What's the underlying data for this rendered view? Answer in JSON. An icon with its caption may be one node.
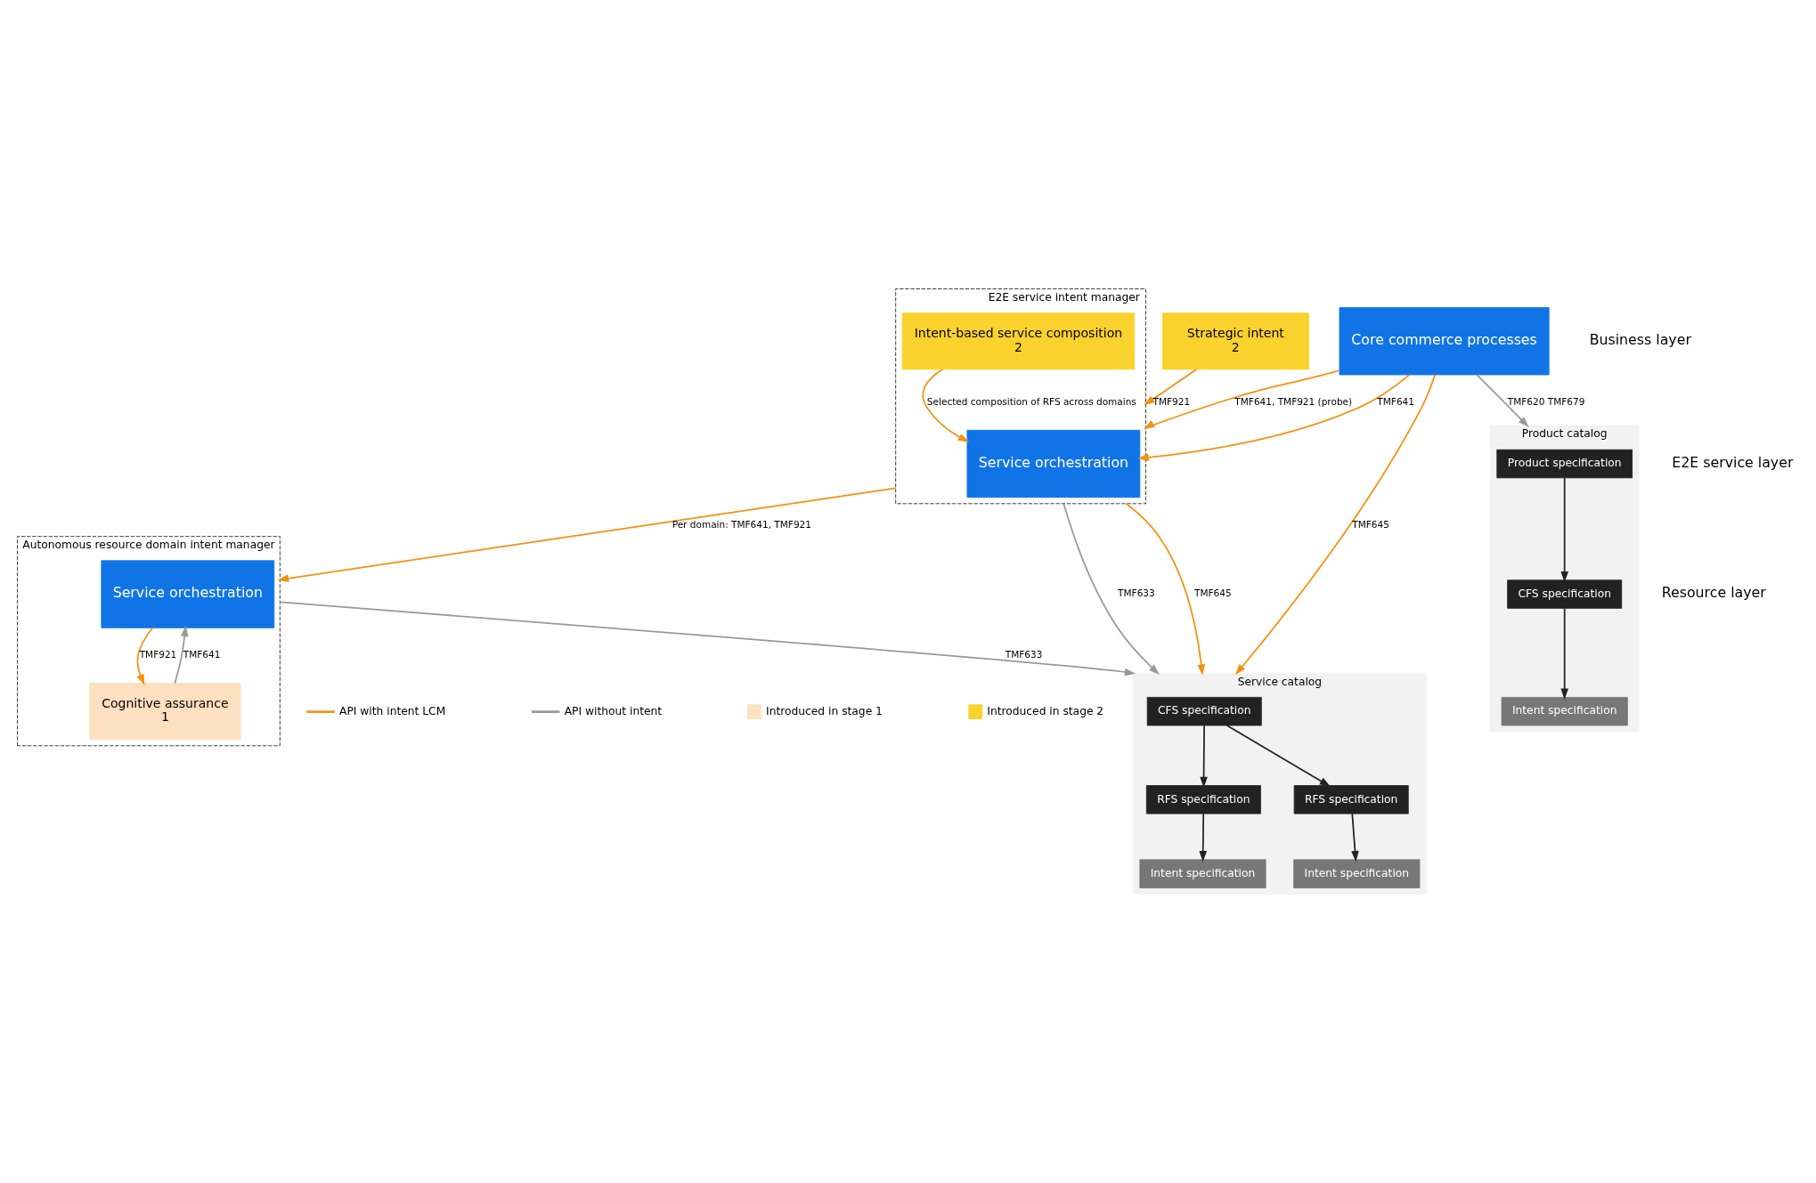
{
  "diagram": {
    "nodes": [
      {
        "text": [
          "Product catalog"
        ]
      },
      {
        "text": [
          "Product specification"
        ],
        "in": 0
      },
      {
        "text": [
          "CFS specification"
        ],
        "in": 0
      },
      {
        "text": [
          "Intent specification"
        ],
        "in": 0
      },
      {
        "text": [
          "Core commerce processes"
        ]
      },
      {
        "text": [
          "Strategic intent",
          "2"
        ]
      },
      {
        "text": [
          "Service catalog"
        ]
      },
      {
        "text": [
          "CFS specification"
        ],
        "in": 6
      },
      {
        "text": [
          "RFS specification"
        ],
        "in": 6
      },
      {
        "text": [
          "Intent specification"
        ],
        "in": 6
      },
      {
        "text": [
          "RFS specification"
        ],
        "in": 6
      },
      {
        "text": [
          "Intent specification"
        ],
        "in": 6
      },
      {
        "text": [
          "E2E service intent manager"
        ]
      },
      {
        "text": [
          "Service orchestration"
        ],
        "in": 12
      },
      {
        "text": [
          "Intent-based service composition",
          "2"
        ],
        "in": 12
      },
      {
        "text": [
          "Autonomous resource domain intent manager"
        ]
      },
      {
        "text": [
          "Service orchestration"
        ],
        "in": 15
      },
      {
        "text": [
          "Cognitive assurance",
          "1"
        ],
        "in": 15
      }
    ],
    "edges": [
      {
        "from": 1,
        "to": 2,
        "arrow": "to",
        "color": "#222222"
      },
      {
        "from": 2,
        "to": 3,
        "arrow": "to",
        "color": "#222222"
      },
      {
        "from": 7,
        "to": 8,
        "arrow": "to",
        "color": "#222222"
      },
      {
        "from": 8,
        "to": 9,
        "arrow": "to",
        "color": "#222222"
      },
      {
        "from": 7,
        "to": 10,
        "arrow": "to",
        "color": "#222222"
      },
      {
        "from": 10,
        "to": 11,
        "arrow": "to",
        "color": "#222222"
      },
      {
        "from": 4,
        "to": 0,
        "arrow": "to",
        "label": "TMF620 TMF679",
        "color": "#999999"
      },
      {
        "from": 4,
        "to": 6,
        "arrow": "to",
        "label": "TMF645"
      },
      {
        "from": 4,
        "to": 13,
        "arrow": "to",
        "label": "TMF641"
      },
      {
        "from": 4,
        "to": 12,
        "arrow": "to",
        "label": "TMF641, TMF921 (probe)"
      },
      {
        "from": 5,
        "to": 12,
        "arrow": "to",
        "label": "TMF921"
      },
      {
        "from": 14,
        "to": 13,
        "arrow": "to",
        "label": "Selected composition of RFS across domains"
      },
      {
        "from": 12,
        "to": 6,
        "arrow": "to",
        "label": "TMF633",
        "color": "#999999"
      },
      {
        "from": 12,
        "to": 6,
        "arrow": "to",
        "label": "TMF645"
      },
      {
        "from": 12,
        "to": 15,
        "arrow": "to",
        "label": "Per domain: TMF641, TMF921"
      },
      {
        "from": 15,
        "to": 6,
        "arrow": "to",
        "label": "TMF633",
        "color": "#999999"
      },
      {
        "from": 16,
        "to": 17,
        "arrow": "to",
        "label": "TMF921"
      },
      {
        "from": 17,
        "to": 16,
        "arrow": "to",
        "label": "TMF641",
        "color": "#999999"
      }
    ],
    "labels": [
      "Business layer",
      "E2E service layer",
      "Resource layer"
    ],
    "legend": [
      {
        "text": "API with intent LCM"
      },
      {
        "text": "API without intent"
      },
      {
        "text": "Introduced in stage 1",
        "color": "#fde0c0"
      },
      {
        "text": "Introduced in stage 2",
        "color": "#f8d22d"
      }
    ]
  }
}
